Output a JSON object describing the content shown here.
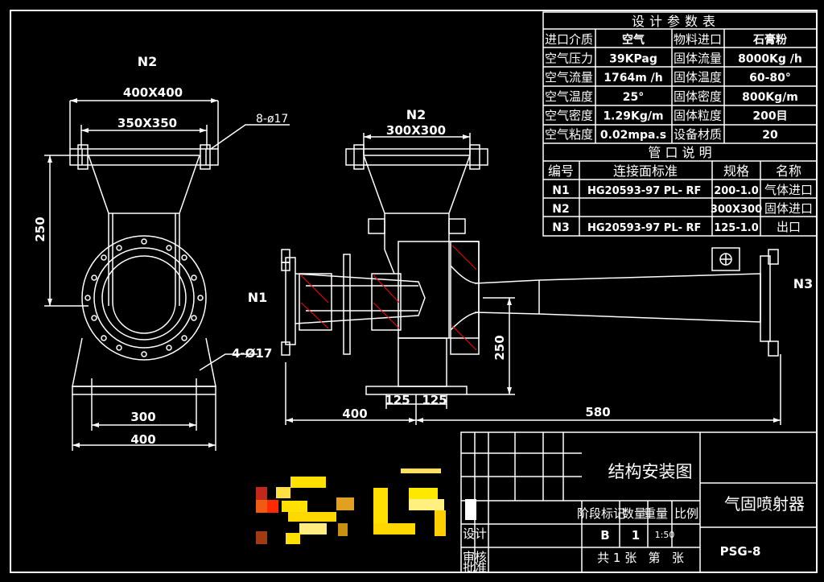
{
  "colors": {
    "background": "#000000",
    "line": "#ffffff",
    "hatch": "#ff0000"
  },
  "design_table": {
    "title": "设计参数表",
    "rows": [
      [
        "进口介质",
        "空气",
        "物料进口",
        "石膏粉"
      ],
      [
        "空气压力",
        "39KPag",
        "固体流量",
        "8000Kg /h"
      ],
      [
        "空气流量",
        "1764m /h",
        "固体温度",
        "60-80°"
      ],
      [
        "空气温度",
        "25°",
        "固体密度",
        "800Kg/m"
      ],
      [
        "空气密度",
        "1.29Kg/m",
        "固体粒度",
        "200目"
      ],
      [
        "空气粘度",
        "0.02mpa.s",
        "设备材质",
        "20"
      ]
    ]
  },
  "nozzle_table": {
    "title": "管 口 说 明",
    "headers": [
      "编号",
      "连接面标准",
      "规格",
      "名称"
    ],
    "rows": [
      [
        "N1",
        "HG20593-97 PL- RF",
        "200-1.0",
        "气体进口"
      ],
      [
        "N2",
        "",
        "300X300",
        "固体进口"
      ],
      [
        "N3",
        "HG20593-97 PL- RF",
        "125-1.0",
        "出口"
      ]
    ]
  },
  "side_view": {
    "n2_label": "N2",
    "dim_outer": "400X400",
    "dim_inner": "350X350",
    "bolt_callout": "8-ø17",
    "dim_height": "250",
    "foot_callout": "4-Ø17",
    "dim_base_inner": "300",
    "dim_base_outer": "400"
  },
  "front_view": {
    "n2_label": "N2",
    "dim_flange": "300X300",
    "n1_label": "N1",
    "n3_label": "N3",
    "dim_height": "250",
    "dim_foot_left": "125",
    "dim_foot_right": "125",
    "dim_left": "400",
    "dim_right": "580"
  },
  "title_block": {
    "drawing_name": "结构安装图",
    "equipment_name": "气固喷射器",
    "stage_label": "阶段标记",
    "qty_label": "数量",
    "weight_label": "重量",
    "scale_label": "比例",
    "stage_value": "B",
    "qty_value": "1",
    "scale_value": "1:50",
    "sheet_info": "共 1 张   第   张",
    "drawing_number": "PSG-8",
    "role_labels": [
      "设计",
      "审核",
      "批准"
    ]
  }
}
